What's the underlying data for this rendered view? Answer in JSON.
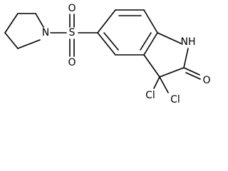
{
  "molecule": {
    "atoms": {
      "n_pyrrolidine": "N",
      "s_sulfonyl": "S",
      "o_sulfonyl_top": "O",
      "o_sulfonyl_bottom": "O",
      "nh_lactam": "NH",
      "o_carbonyl": "O",
      "cl_left": "Cl",
      "cl_right": "Cl"
    }
  }
}
